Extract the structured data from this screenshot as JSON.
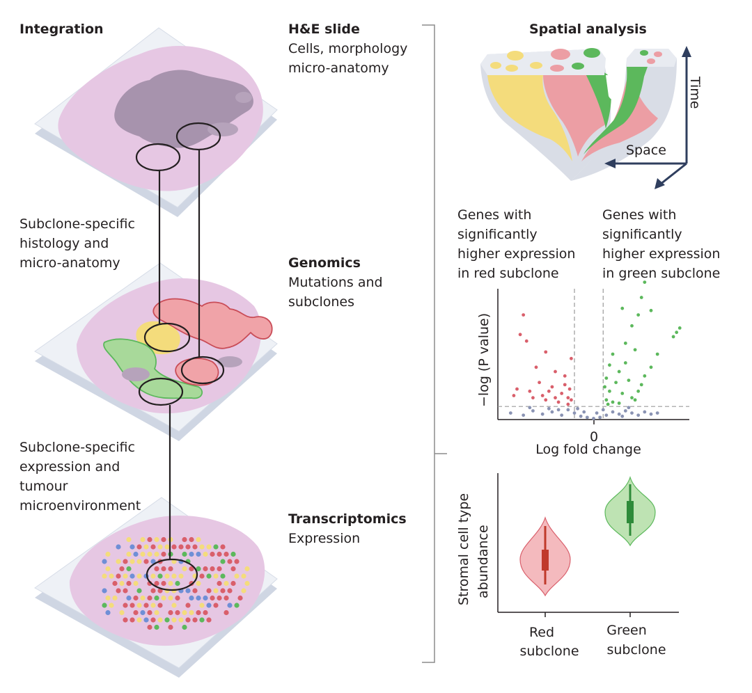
{
  "headings": {
    "integration": "Integration",
    "spatial_analysis": "Spatial analysis"
  },
  "layers": {
    "he": {
      "title": "H&E slide",
      "lines": [
        "Cells, morphology",
        "micro-anatomy"
      ]
    },
    "genomics": {
      "title": "Genomics",
      "lines": [
        "Mutations and",
        "subclones"
      ]
    },
    "transcriptomics": {
      "title": "Transcriptomics",
      "lines": [
        "Expression"
      ]
    }
  },
  "left_notes": {
    "histology": [
      "Subclone-specific",
      "histology and",
      "micro-anatomy"
    ],
    "expression": [
      "Subclone-specific",
      "expression and",
      "tumour",
      "microenvironment"
    ]
  },
  "spatial": {
    "time_label": "Time",
    "space_label": "Space"
  },
  "volcano": {
    "left_note": [
      "Genes with",
      "significantly",
      "higher expression",
      "in red subclone"
    ],
    "right_note": [
      "Genes with",
      "significantly",
      "higher expression",
      "in green subclone"
    ]
  },
  "violin": {},
  "colors": {
    "tissue": "#e6c7e3",
    "dark_tissue": "#a793ad",
    "red": "#d95f6b",
    "red_fill": "#f0a3a8",
    "green": "#5cb85c",
    "green_fill": "#a8d99a",
    "yellow": "#f4dc7c",
    "grey_point": "#8a93b3",
    "axis_arrow": "#2f3e5e",
    "slide_top": "#eef1f6",
    "slide_side": "#cfd6e3"
  },
  "chart_data": [
    {
      "type": "scatter",
      "title": "",
      "xlabel": "Log fold change",
      "ylabel": "−log (P value)",
      "x_ticks": [
        "0"
      ],
      "xlim": [
        -3,
        3
      ],
      "ylim": [
        0,
        6
      ],
      "grid": false,
      "thresholds": {
        "x": [
          -0.6,
          0.3
        ],
        "y": 0.6
      },
      "series": [
        {
          "color": "red",
          "points": [
            [
              -2.2,
              4.8
            ],
            [
              -2.3,
              3.9
            ],
            [
              -2.1,
              3.6
            ],
            [
              -1.5,
              3.1
            ],
            [
              -1.8,
              2.4
            ],
            [
              -0.7,
              2.8
            ],
            [
              -1.2,
              2.2
            ],
            [
              -0.9,
              2.0
            ],
            [
              -2.4,
              1.4
            ],
            [
              -2.0,
              1.3
            ],
            [
              -1.6,
              1.1
            ],
            [
              -1.3,
              1.5
            ],
            [
              -1.0,
              1.2
            ],
            [
              -0.8,
              1.0
            ],
            [
              -0.7,
              0.9
            ],
            [
              -1.9,
              1.0
            ],
            [
              -1.5,
              0.9
            ],
            [
              -1.1,
              0.8
            ],
            [
              -0.8,
              0.7
            ],
            [
              -0.9,
              1.6
            ],
            [
              -1.7,
              1.7
            ],
            [
              -2.5,
              1.1
            ],
            [
              -1.4,
              1.3
            ],
            [
              -0.75,
              1.4
            ],
            [
              -1.2,
              1.0
            ]
          ]
        },
        {
          "color": "green",
          "points": [
            [
              1.6,
              6.3
            ],
            [
              1.5,
              5.6
            ],
            [
              1.8,
              5.0
            ],
            [
              1.4,
              4.8
            ],
            [
              0.9,
              5.1
            ],
            [
              1.2,
              4.3
            ],
            [
              2.6,
              4.0
            ],
            [
              2.5,
              3.8
            ],
            [
              2.7,
              4.2
            ],
            [
              1.0,
              3.5
            ],
            [
              0.6,
              3.0
            ],
            [
              1.3,
              3.2
            ],
            [
              0.5,
              2.5
            ],
            [
              0.8,
              2.2
            ],
            [
              1.8,
              2.4
            ],
            [
              0.4,
              1.9
            ],
            [
              0.7,
              1.7
            ],
            [
              1.1,
              1.8
            ],
            [
              1.5,
              1.6
            ],
            [
              0.5,
              1.3
            ],
            [
              0.9,
              1.2
            ],
            [
              1.2,
              1.0
            ],
            [
              0.4,
              0.9
            ],
            [
              0.6,
              0.8
            ],
            [
              1.4,
              1.3
            ],
            [
              1.0,
              2.6
            ],
            [
              0.35,
              1.5
            ],
            [
              2.0,
              3.0
            ],
            [
              0.45,
              0.7
            ],
            [
              0.8,
              0.75
            ],
            [
              1.6,
              2.0
            ],
            [
              1.3,
              0.9
            ]
          ]
        },
        {
          "color": "grey",
          "points": [
            [
              -2.6,
              0.3
            ],
            [
              -2.2,
              0.2
            ],
            [
              -1.9,
              0.4
            ],
            [
              -1.6,
              0.25
            ],
            [
              -1.3,
              0.35
            ],
            [
              -1.0,
              0.2
            ],
            [
              -0.8,
              0.45
            ],
            [
              -0.6,
              0.3
            ],
            [
              -0.4,
              0.15
            ],
            [
              -0.2,
              0.1
            ],
            [
              0.0,
              0.05
            ],
            [
              0.2,
              0.1
            ],
            [
              0.4,
              0.2
            ],
            [
              0.6,
              0.35
            ],
            [
              0.8,
              0.25
            ],
            [
              1.0,
              0.4
            ],
            [
              1.2,
              0.3
            ],
            [
              1.4,
              0.2
            ],
            [
              1.6,
              0.35
            ],
            [
              1.8,
              0.25
            ],
            [
              2.0,
              0.3
            ],
            [
              -1.4,
              0.5
            ],
            [
              -0.5,
              0.5
            ],
            [
              -2.0,
              0.55
            ],
            [
              0.3,
              0.45
            ],
            [
              1.1,
              0.55
            ],
            [
              -1.1,
              0.45
            ],
            [
              -0.3,
              0.35
            ],
            [
              0.1,
              0.3
            ],
            [
              0.9,
              0.15
            ]
          ]
        }
      ]
    },
    {
      "type": "violin",
      "title": "",
      "xlabel": "",
      "ylabel": "Stromal cell type abundance",
      "categories": [
        "Red subclone",
        "Green subclone"
      ],
      "series": [
        {
          "color": "red",
          "median": 0.38,
          "q1": 0.3,
          "q3": 0.45,
          "min": 0.2,
          "max": 0.62,
          "spread_low": 0.12,
          "spread_high": 0.68
        },
        {
          "color": "green",
          "median": 0.72,
          "q1": 0.64,
          "q3": 0.8,
          "min": 0.55,
          "max": 0.92,
          "spread_low": 0.48,
          "spread_high": 0.97
        }
      ]
    }
  ]
}
